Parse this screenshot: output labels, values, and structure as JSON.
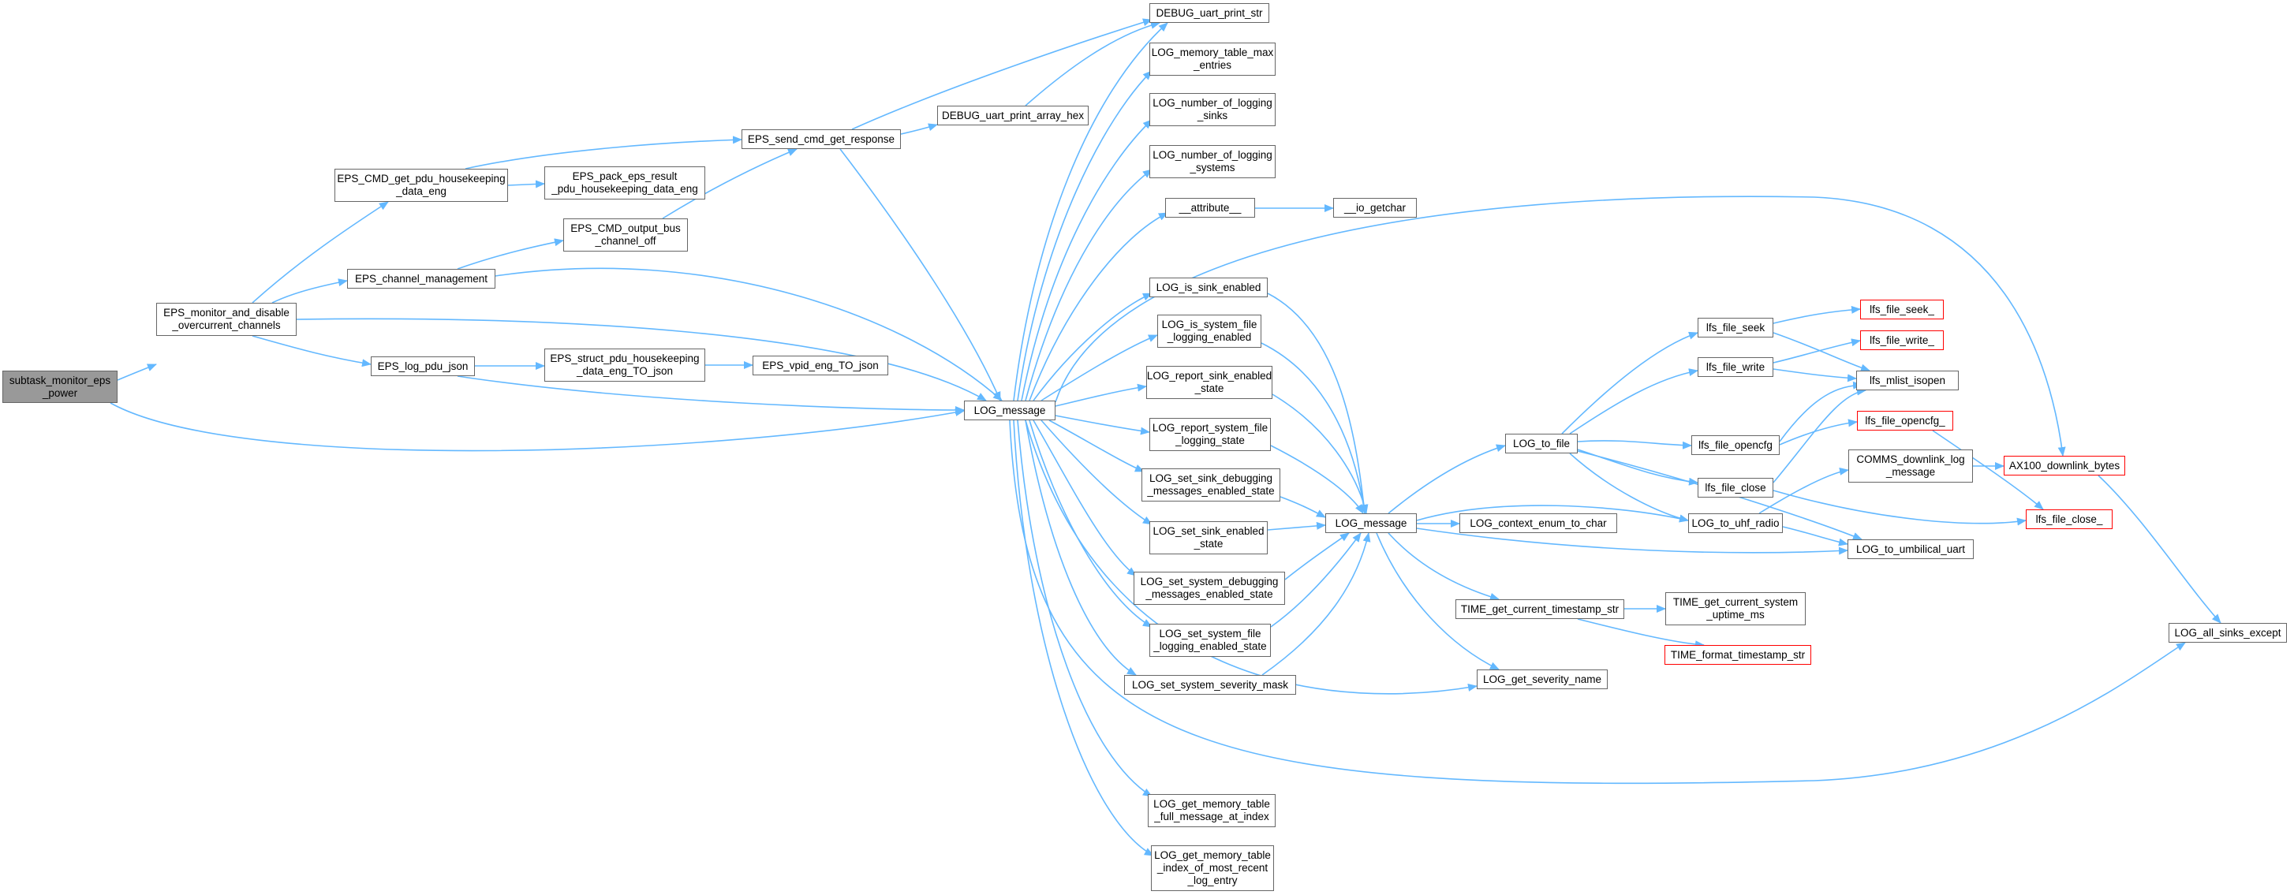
{
  "colors": {
    "edge": "#63b8ff",
    "node_border": "#666666",
    "truncated_border": "#ff0000",
    "root_fill": "#999999"
  },
  "nodes": {
    "root": "subtask_monitor_eps\n_power",
    "monitor": "EPS_monitor_and_disable\n_overcurrent_channels",
    "get_pdu_hk": "EPS_CMD_get_pdu_housekeeping\n_data_eng",
    "chan_mgmt": "EPS_channel_management",
    "log_pdu_json": "EPS_log_pdu_json",
    "pack_result": "EPS_pack_eps_result\n_pdu_housekeeping_data_eng",
    "cmd_output_off": "EPS_CMD_output_bus\n_channel_off",
    "struct_pdu_json": "EPS_struct_pdu_housekeeping\n_data_eng_TO_json",
    "vpid_json": "EPS_vpid_eng_TO_json",
    "send_cmd": "EPS_send_cmd_get_response",
    "print_hex": "DEBUG_uart_print_array_hex",
    "print_str": "DEBUG_uart_print_str",
    "log_message_1": "LOG_message",
    "mem_max": "LOG_memory_table_max\n_entries",
    "num_sinks": "LOG_number_of_logging\n_sinks",
    "num_systems": "LOG_number_of_logging\n_systems",
    "attribute": "__attribute__",
    "io_getchar": "__io_getchar",
    "is_sink_enabled": "LOG_is_sink_enabled",
    "is_sys_file": "LOG_is_system_file\n_logging_enabled",
    "report_sink": "LOG_report_sink_enabled\n_state",
    "report_sys_file": "LOG_report_system_file\n_logging_state",
    "set_sink_debug": "LOG_set_sink_debugging\n_messages_enabled_state",
    "set_sink_enabled": "LOG_set_sink_enabled\n_state",
    "set_sys_debug": "LOG_set_system_debugging\n_messages_enabled_state",
    "set_sys_file": "LOG_set_system_file\n_logging_enabled_state",
    "set_sev_mask": "LOG_set_system_severity_mask",
    "get_full_msg": "LOG_get_memory_table\n_full_message_at_index",
    "get_recent_idx": "LOG_get_memory_table\n_index_of_most_recent\n_log_entry",
    "log_message_2": "LOG_message",
    "log_to_file": "LOG_to_file",
    "ctx_enum": "LOG_context_enum_to_char",
    "ts_str": "TIME_get_current_timestamp_str",
    "sev_name": "LOG_get_severity_name",
    "uptime": "TIME_get_current_system\n_uptime_ms",
    "fmt_ts": "TIME_format_timestamp_str",
    "lfs_seek": "lfs_file_seek",
    "lfs_write": "lfs_file_write",
    "lfs_opencfg": "lfs_file_opencfg",
    "lfs_close": "lfs_file_close",
    "to_uhf": "LOG_to_uhf_radio",
    "to_umb": "LOG_to_umbilical_uart",
    "mlist": "lfs_mlist_isopen",
    "lfs_seek_": "lfs_file_seek_",
    "lfs_write_": "lfs_file_write_",
    "lfs_opencfg_": "lfs_file_opencfg_",
    "comms_dl": "COMMS_downlink_log\n_message",
    "ax100": "AX100_downlink_bytes",
    "lfs_close_": "lfs_file_close_",
    "all_sinks": "LOG_all_sinks_except"
  }
}
